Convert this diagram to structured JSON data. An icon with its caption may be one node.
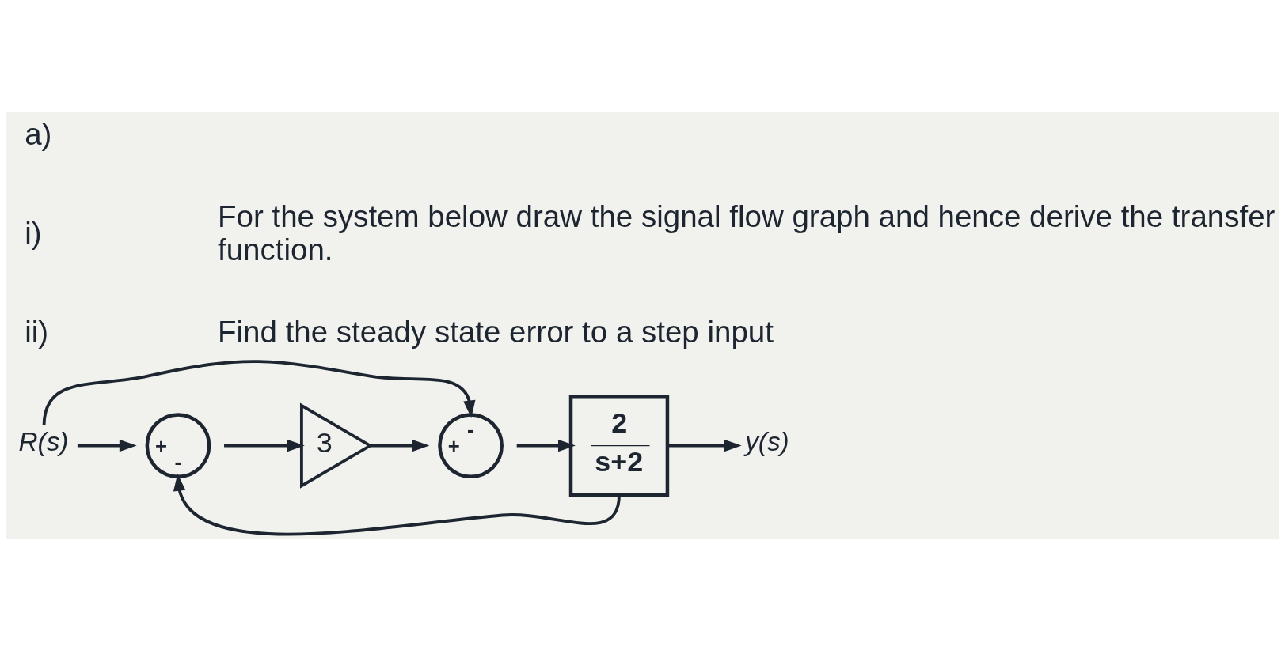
{
  "diagram": {
    "nodes": [
      {
        "text": [
          "R(s)"
        ]
      },
      {
        "text": [
          "+",
          "-"
        ]
      },
      {
        "text": [
          "3"
        ]
      },
      {
        "text": [
          "-",
          "+"
        ]
      },
      {
        "text": [
          "2",
          "s+2"
        ]
      },
      {
        "text": [
          "y(s)"
        ]
      }
    ],
    "edges": [
      {
        "from": 0,
        "to": 1,
        "arrow": "to"
      },
      {
        "from": 0,
        "to": 3,
        "arrow": "to"
      },
      {
        "from": 1,
        "to": 2,
        "arrow": "to"
      },
      {
        "from": 2,
        "to": 3,
        "arrow": "to"
      },
      {
        "from": 3,
        "to": 4,
        "arrow": "to"
      },
      {
        "from": 4,
        "to": 5,
        "arrow": "to"
      },
      {
        "from": 4,
        "to": 1,
        "arrow": "to"
      }
    ],
    "labels": [
      "a)",
      "i)",
      "For the system below draw the signal flow graph and hence derive the transfer function.",
      "ii)",
      "Find the steady state error to a step input"
    ]
  }
}
